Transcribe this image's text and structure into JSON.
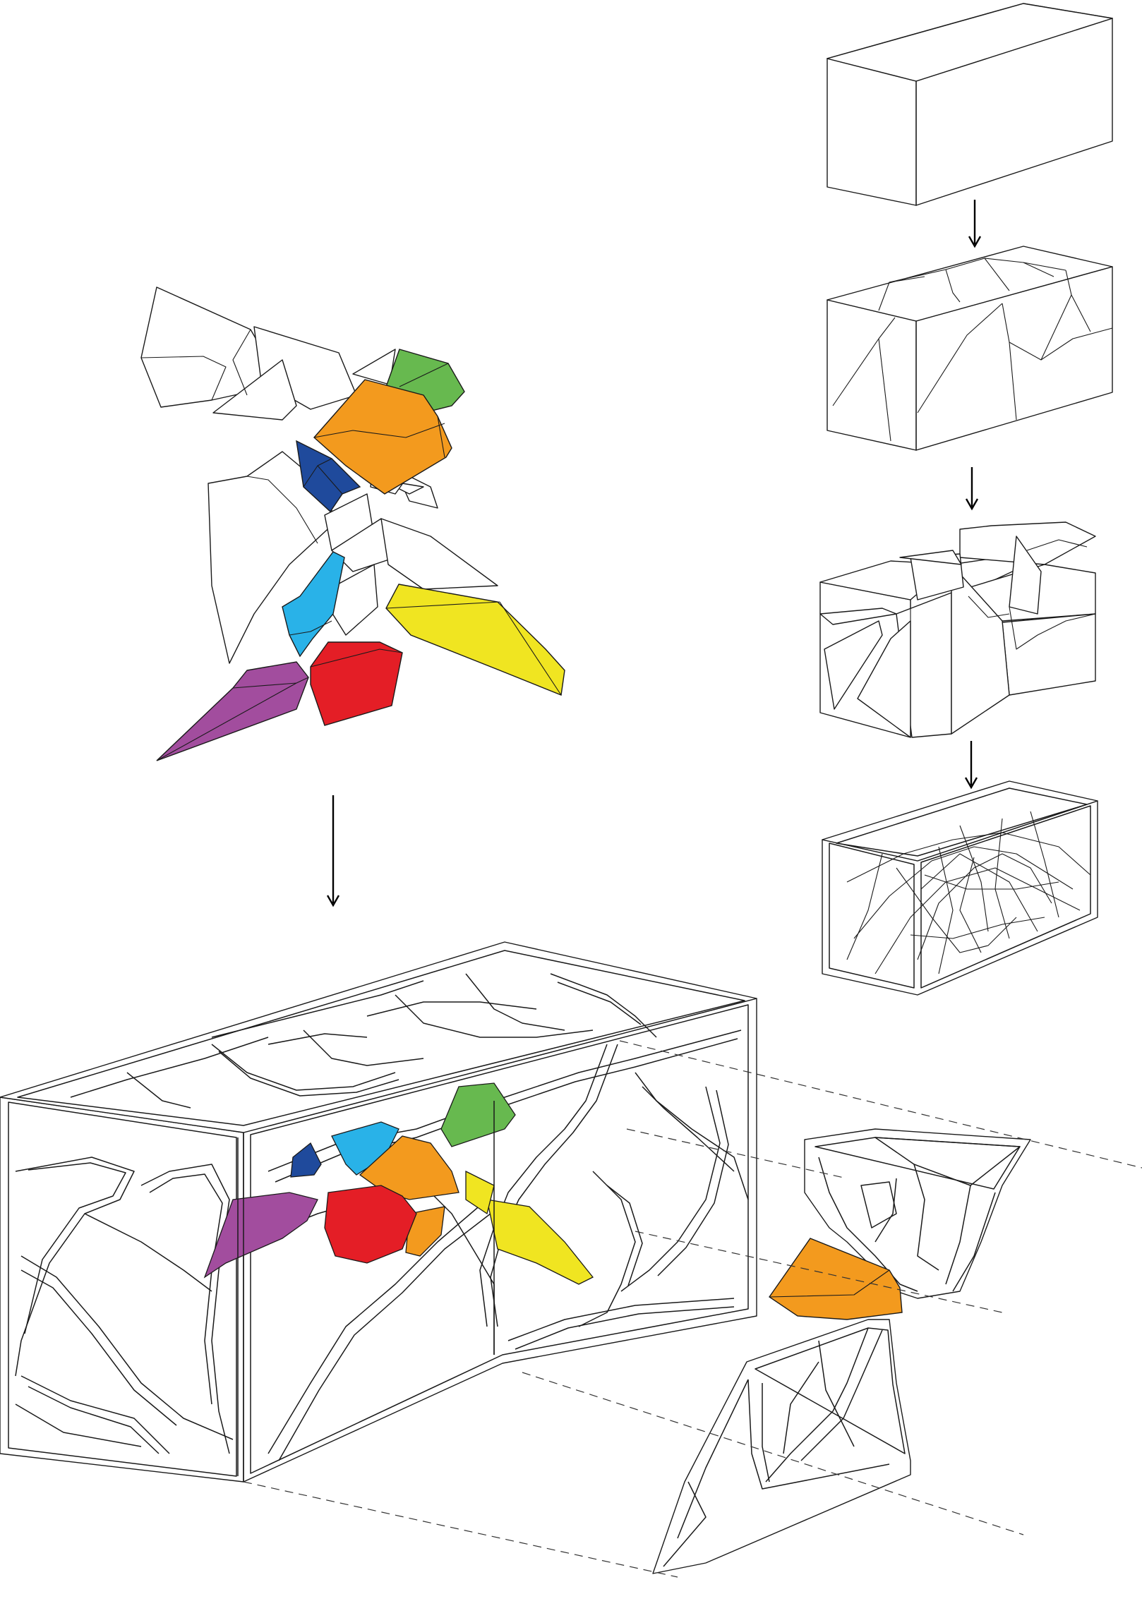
{
  "figure": {
    "kind": "exploded-axonometric-diagram",
    "stages": [
      {
        "id": "solid-box"
      },
      {
        "id": "voronoi-subdivided-box"
      },
      {
        "id": "separated-cells-box"
      },
      {
        "id": "lattice-frame-box"
      }
    ],
    "cell_colors": {
      "green": "#67b94f",
      "orange": "#f39a1e",
      "dark_blue": "#1f4a9c",
      "light_blue": "#29b2e8",
      "yellow": "#f0e521",
      "red": "#e41e26",
      "purple": "#a24d9e"
    }
  }
}
